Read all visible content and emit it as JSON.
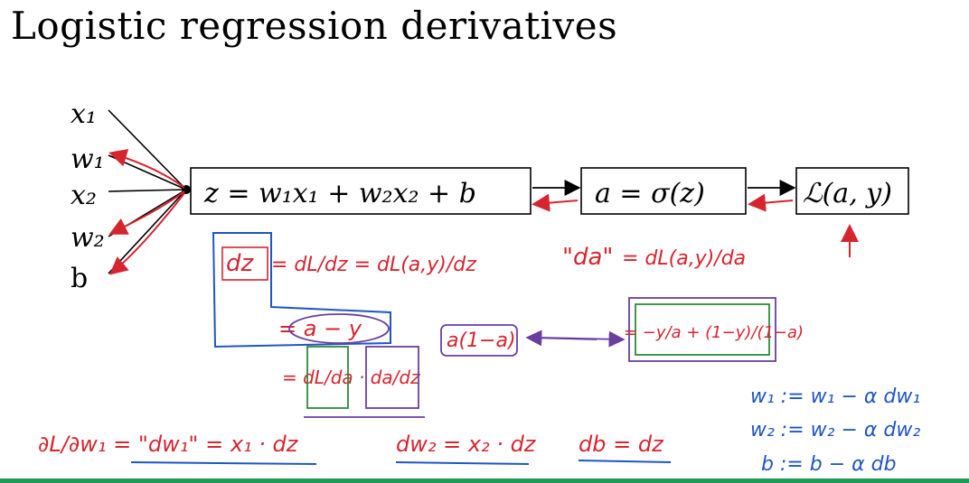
{
  "title": "Logistic regression derivatives",
  "inputs": {
    "x1": "x₁",
    "w1": "w₁",
    "x2": "x₂",
    "w2": "w₂",
    "b": "b"
  },
  "boxes": {
    "z_box": "z =  w₁x₁ + w₂x₂ + b",
    "a_box": "a =  σ(z)",
    "loss_box": "ℒ(a, y)"
  },
  "handwritten": {
    "dz_lhs": "dz",
    "dz_eq1": "= dL/dz = dL(a,y)/dz",
    "dz_eq2": "= a − y",
    "dz_eq3": "= dL/da · da/dz",
    "da_lhs": "\"da\"",
    "da_eq": "= dL(a,y)/da",
    "a1a": "a(1−a)",
    "da_result": "= −y/a + (1−y)/(1−a)",
    "dw1_line": "∂L/∂w₁ = \"dw₁\" = x₁ · dz",
    "dw2_line": "dw₂ = x₂ · dz",
    "db_line": "db = dz",
    "update_w1": "w₁ := w₁ − α dw₁",
    "update_w2": "w₂ := w₂ − α dw₂",
    "update_b": "b := b − α db"
  },
  "colors": {
    "ink": "#000000",
    "red_ink": "#d6252f",
    "blue_ink": "#1f56c4",
    "green_ink": "#2e8b3d",
    "purple_ink": "#6a3fa0"
  }
}
